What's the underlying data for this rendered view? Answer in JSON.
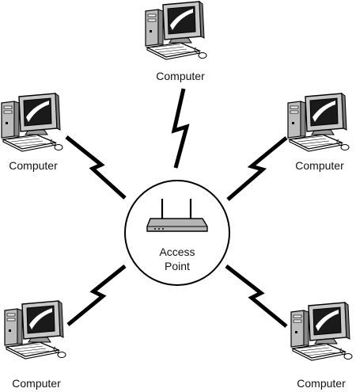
{
  "hub": {
    "label_line1": "Access",
    "label_line2": "Point"
  },
  "nodes": [
    {
      "label": "Computer"
    },
    {
      "label": "Computer"
    },
    {
      "label": "Computer"
    },
    {
      "label": "Computer"
    },
    {
      "label": "Computer"
    }
  ],
  "colors": {
    "stroke": "#000000",
    "fill_light": "#ffffff",
    "fill_gray": "#b5b5b5",
    "fill_dark": "#1a1a1a"
  }
}
